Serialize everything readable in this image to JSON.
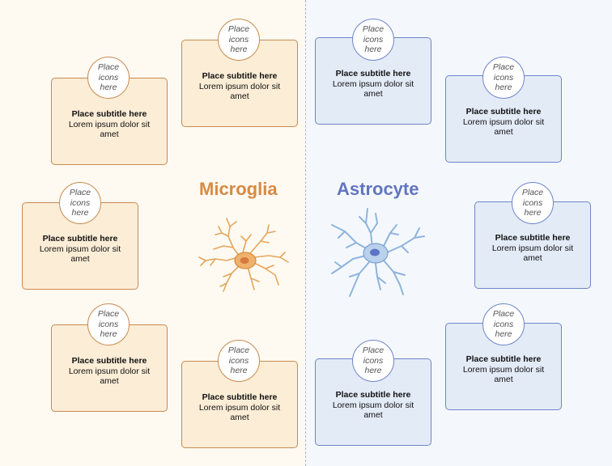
{
  "microglia": {
    "title": "Microglia",
    "accent": "#d78a43",
    "card_fill": "#fcedd6",
    "cards": [
      {
        "icon_placeholder": "Place icons here",
        "subtitle": "Place subtitle here",
        "text": "Lorem ipsum dolor sit amet"
      },
      {
        "icon_placeholder": "Place icons here",
        "subtitle": "Place subtitle here",
        "text": "Lorem ipsum dolor sit amet"
      },
      {
        "icon_placeholder": "Place icons here",
        "subtitle": "Place subtitle here",
        "text": "Lorem ipsum dolor sit amet"
      },
      {
        "icon_placeholder": "Place icons here",
        "subtitle": "Place subtitle here",
        "text": "Lorem ipsum dolor sit amet"
      },
      {
        "icon_placeholder": "Place icons here",
        "subtitle": "Place subtitle here",
        "text": "Lorem ipsum dolor sit amet"
      }
    ]
  },
  "astrocyte": {
    "title": "Astrocyte",
    "accent": "#6275be",
    "card_fill": "#e3ebf7",
    "cards": [
      {
        "icon_placeholder": "Place icons here",
        "subtitle": "Place subtitle here",
        "text": "Lorem ipsum dolor sit amet"
      },
      {
        "icon_placeholder": "Place icons here",
        "subtitle": "Place subtitle here",
        "text": "Lorem ipsum dolor sit amet"
      },
      {
        "icon_placeholder": "Place icons here",
        "subtitle": "Place subtitle here",
        "text": "Lorem ipsum dolor sit amet"
      },
      {
        "icon_placeholder": "Place icons here",
        "subtitle": "Place subtitle here",
        "text": "Lorem ipsum dolor sit amet"
      },
      {
        "icon_placeholder": "Place icons here",
        "subtitle": "Place subtitle here",
        "text": "Lorem ipsum dolor sit amet"
      }
    ]
  }
}
